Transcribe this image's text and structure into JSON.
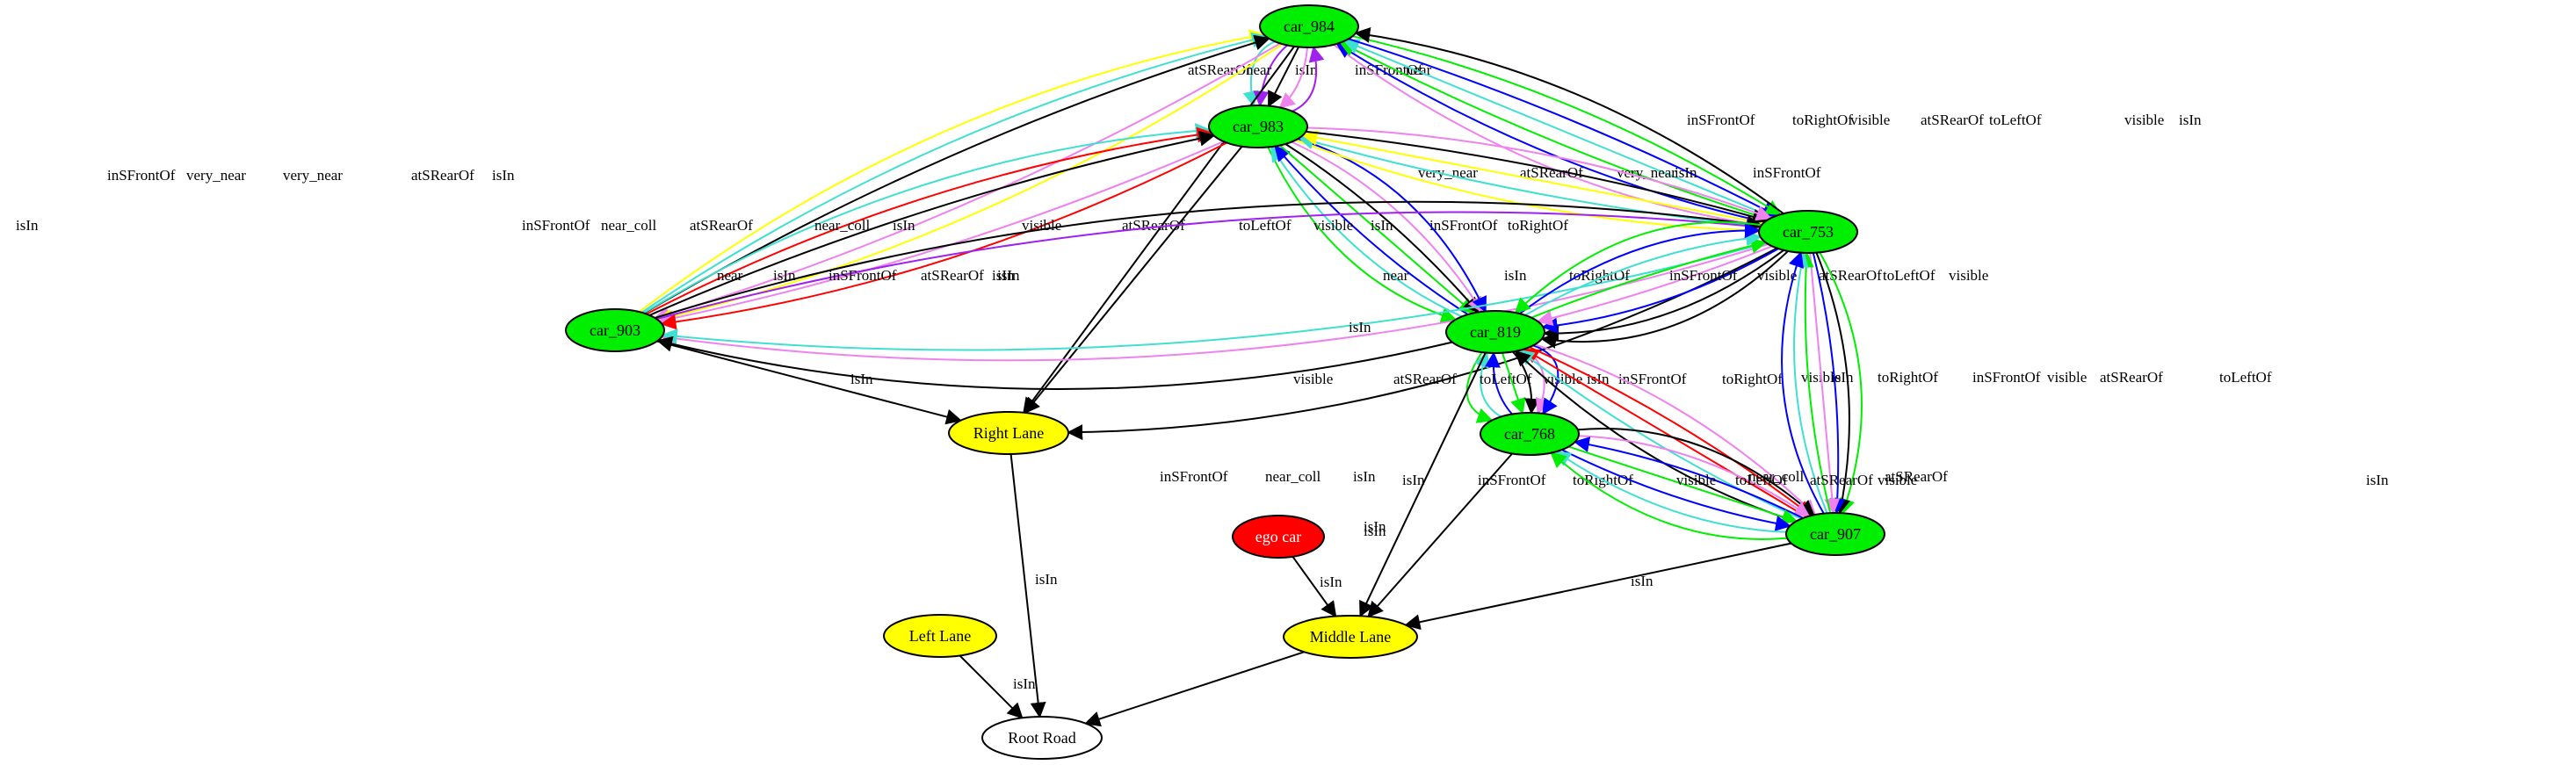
{
  "colors": {
    "car": "#00ee00",
    "lane": "#ffff00",
    "ego": "#ff0000",
    "road": "#ffffff",
    "edge_black": "#000000",
    "edge_violet": "#ee82ee",
    "edge_yellow": "#ffff00",
    "edge_turquoise": "#40e0d0",
    "edge_green": "#00ee00",
    "edge_blue": "#0000ff",
    "edge_red": "#ff0000",
    "edge_purple": "#a020f0"
  },
  "nodes": [
    {
      "id": "car_984",
      "label": "car_984",
      "kind": "car"
    },
    {
      "id": "car_983",
      "label": "car_983",
      "kind": "car"
    },
    {
      "id": "car_753",
      "label": "car_753",
      "kind": "car"
    },
    {
      "id": "car_903",
      "label": "car_903",
      "kind": "car"
    },
    {
      "id": "car_819",
      "label": "car_819",
      "kind": "car"
    },
    {
      "id": "car_768",
      "label": "car_768",
      "kind": "car"
    },
    {
      "id": "car_907",
      "label": "car_907",
      "kind": "car"
    },
    {
      "id": "ego_car",
      "label": "ego car",
      "kind": "ego"
    },
    {
      "id": "right_lane",
      "label": "Right Lane",
      "kind": "lane"
    },
    {
      "id": "middle_lane",
      "label": "Middle Lane",
      "kind": "lane"
    },
    {
      "id": "left_lane",
      "label": "Left Lane",
      "kind": "lane"
    },
    {
      "id": "root_road",
      "label": "Root Road",
      "kind": "road"
    }
  ],
  "edges": [
    {
      "from": "car_984",
      "to": "car_983",
      "label": "atSRearOf",
      "color": "turquoise"
    },
    {
      "from": "car_984",
      "to": "car_983",
      "label": "near",
      "color": "purple"
    },
    {
      "from": "car_984",
      "to": "car_983",
      "label": "isIn",
      "color": "black"
    },
    {
      "from": "car_984",
      "to": "car_983",
      "label": "inSFrontOf",
      "color": "violet"
    },
    {
      "from": "car_983",
      "to": "car_984",
      "label": "near",
      "color": "purple"
    },
    {
      "from": "car_984",
      "to": "right_lane",
      "label": "isIn",
      "color": "black"
    },
    {
      "from": "car_984",
      "to": "car_903",
      "label": "inSFrontOf",
      "color": "violet"
    },
    {
      "from": "car_984",
      "to": "car_903",
      "label": "very_near",
      "color": "yellow"
    },
    {
      "from": "car_903",
      "to": "car_984",
      "label": "very_near",
      "color": "yellow"
    },
    {
      "from": "car_903",
      "to": "car_984",
      "label": "atSRearOf",
      "color": "turquoise"
    },
    {
      "from": "car_903",
      "to": "car_984",
      "label": "isIn",
      "color": "black"
    },
    {
      "from": "car_984",
      "to": "car_753",
      "label": "inSFrontOf",
      "color": "violet"
    },
    {
      "from": "car_753",
      "to": "car_984",
      "label": "toRightOf",
      "color": "blue"
    },
    {
      "from": "car_753",
      "to": "car_984",
      "label": "visible",
      "color": "green"
    },
    {
      "from": "car_753",
      "to": "car_984",
      "label": "atSRearOf",
      "color": "turquoise"
    },
    {
      "from": "car_984",
      "to": "car_753",
      "label": "toLeftOf",
      "color": "blue"
    },
    {
      "from": "car_984",
      "to": "car_753",
      "label": "visible",
      "color": "green"
    },
    {
      "from": "car_753",
      "to": "car_984",
      "label": "isIn",
      "color": "black"
    },
    {
      "from": "car_983",
      "to": "car_903",
      "label": "inSFrontOf",
      "color": "violet"
    },
    {
      "from": "car_983",
      "to": "car_903",
      "label": "near_coll",
      "color": "red"
    },
    {
      "from": "car_903",
      "to": "car_983",
      "label": "atSRearOf",
      "color": "turquoise"
    },
    {
      "from": "car_903",
      "to": "car_983",
      "label": "near_coll",
      "color": "red"
    },
    {
      "from": "car_903",
      "to": "car_983",
      "label": "isIn",
      "color": "black"
    },
    {
      "from": "car_983",
      "to": "right_lane",
      "label": "isIn",
      "color": "black"
    },
    {
      "from": "car_983",
      "to": "car_819",
      "label": "visible",
      "color": "green"
    },
    {
      "from": "car_819",
      "to": "car_983",
      "label": "atSRearOf",
      "color": "turquoise"
    },
    {
      "from": "car_819",
      "to": "car_983",
      "label": "toLeftOf",
      "color": "blue"
    },
    {
      "from": "car_983",
      "to": "car_819",
      "label": "visible",
      "color": "green"
    },
    {
      "from": "car_983",
      "to": "car_819",
      "label": "isIn",
      "color": "black"
    },
    {
      "from": "car_983",
      "to": "car_819",
      "label": "inSFrontOf",
      "color": "violet"
    },
    {
      "from": "car_983",
      "to": "car_819",
      "label": "toRightOf",
      "color": "blue"
    },
    {
      "from": "car_983",
      "to": "car_753",
      "label": "very_near",
      "color": "yellow"
    },
    {
      "from": "car_753",
      "to": "car_983",
      "label": "atSRearOf",
      "color": "turquoise"
    },
    {
      "from": "car_753",
      "to": "car_983",
      "label": "very_near",
      "color": "yellow"
    },
    {
      "from": "car_983",
      "to": "car_753",
      "label": "isIn",
      "color": "black"
    },
    {
      "from": "car_983",
      "to": "car_753",
      "label": "inSFrontOf",
      "color": "violet"
    },
    {
      "from": "car_903",
      "to": "car_753",
      "label": "near",
      "color": "purple"
    },
    {
      "from": "car_903",
      "to": "car_753",
      "label": "isIn",
      "color": "black"
    },
    {
      "from": "car_753",
      "to": "car_903",
      "label": "inSFrontOf",
      "color": "violet"
    },
    {
      "from": "car_753",
      "to": "car_903",
      "label": "atSRearOf",
      "color": "turquoise"
    },
    {
      "from": "car_903",
      "to": "right_lane",
      "label": "isIn",
      "color": "black"
    },
    {
      "from": "car_753",
      "to": "right_lane",
      "label": "isIn",
      "color": "black"
    },
    {
      "from": "car_753",
      "to": "car_819",
      "label": "near",
      "color": "black"
    },
    {
      "from": "car_753",
      "to": "car_819",
      "label": "isIn",
      "color": "black"
    },
    {
      "from": "car_753",
      "to": "car_819",
      "label": "toRightOf",
      "color": "blue"
    },
    {
      "from": "car_753",
      "to": "car_819",
      "label": "inSFrontOf",
      "color": "violet"
    },
    {
      "from": "car_819",
      "to": "car_753",
      "label": "visible",
      "color": "green"
    },
    {
      "from": "car_819",
      "to": "car_753",
      "label": "atSRearOf",
      "color": "turquoise"
    },
    {
      "from": "car_819",
      "to": "car_753",
      "label": "toLeftOf",
      "color": "blue"
    },
    {
      "from": "car_753",
      "to": "car_819",
      "label": "visible",
      "color": "green"
    },
    {
      "from": "car_819",
      "to": "car_903",
      "label": "isIn",
      "color": "black"
    },
    {
      "from": "car_819",
      "to": "car_768",
      "label": "visible",
      "color": "green"
    },
    {
      "from": "car_768",
      "to": "car_819",
      "label": "atSRearOf",
      "color": "turquoise"
    },
    {
      "from": "car_768",
      "to": "car_819",
      "label": "toLeftOf",
      "color": "blue"
    },
    {
      "from": "car_819",
      "to": "car_768",
      "label": "visible",
      "color": "green"
    },
    {
      "from": "car_819",
      "to": "car_768",
      "label": "isIn",
      "color": "black"
    },
    {
      "from": "car_819",
      "to": "car_768",
      "label": "inSFrontOf",
      "color": "violet"
    },
    {
      "from": "car_819",
      "to": "car_768",
      "label": "toRightOf",
      "color": "blue"
    },
    {
      "from": "car_819",
      "to": "car_907",
      "label": "inSFrontOf",
      "color": "violet"
    },
    {
      "from": "car_819",
      "to": "car_907",
      "label": "near_coll",
      "color": "red"
    },
    {
      "from": "car_907",
      "to": "car_819",
      "label": "near_coll",
      "color": "red"
    },
    {
      "from": "car_907",
      "to": "car_819",
      "label": "atSRearOf",
      "color": "turquoise"
    },
    {
      "from": "car_907",
      "to": "car_819",
      "label": "isIn",
      "color": "black"
    },
    {
      "from": "car_819",
      "to": "middle_lane",
      "label": "isIn",
      "color": "black"
    },
    {
      "from": "car_753",
      "to": "car_907",
      "label": "visible",
      "color": "green"
    },
    {
      "from": "car_753",
      "to": "car_907",
      "label": "isIn",
      "color": "black"
    },
    {
      "from": "car_753",
      "to": "car_907",
      "label": "toRightOf",
      "color": "blue"
    },
    {
      "from": "car_753",
      "to": "car_907",
      "label": "inSFrontOf",
      "color": "violet"
    },
    {
      "from": "car_907",
      "to": "car_753",
      "label": "visible",
      "color": "green"
    },
    {
      "from": "car_907",
      "to": "car_753",
      "label": "atSRearOf",
      "color": "turquoise"
    },
    {
      "from": "car_907",
      "to": "car_753",
      "label": "toLeftOf",
      "color": "blue"
    },
    {
      "from": "car_768",
      "to": "car_907",
      "label": "isIn",
      "color": "black"
    },
    {
      "from": "car_768",
      "to": "car_907",
      "label": "inSFrontOf",
      "color": "violet"
    },
    {
      "from": "car_907",
      "to": "car_768",
      "label": "toRightOf",
      "color": "blue"
    },
    {
      "from": "car_768",
      "to": "car_907",
      "label": "visible",
      "color": "green"
    },
    {
      "from": "car_768",
      "to": "car_907",
      "label": "toLeftOf",
      "color": "blue"
    },
    {
      "from": "car_907",
      "to": "car_768",
      "label": "atSRearOf",
      "color": "turquoise"
    },
    {
      "from": "car_907",
      "to": "car_768",
      "label": "visible",
      "color": "green"
    },
    {
      "from": "car_768",
      "to": "middle_lane",
      "label": "isIn",
      "color": "black"
    },
    {
      "from": "ego_car",
      "to": "middle_lane",
      "label": "isIn",
      "color": "black"
    },
    {
      "from": "car_907",
      "to": "middle_lane",
      "label": "isIn",
      "color": "black"
    },
    {
      "from": "right_lane",
      "to": "root_road",
      "label": "isIn",
      "color": "black"
    },
    {
      "from": "left_lane",
      "to": "root_road",
      "label": "isIn",
      "color": "black"
    },
    {
      "from": "middle_lane",
      "to": "root_road",
      "label": "isIn",
      "color": "black"
    }
  ]
}
